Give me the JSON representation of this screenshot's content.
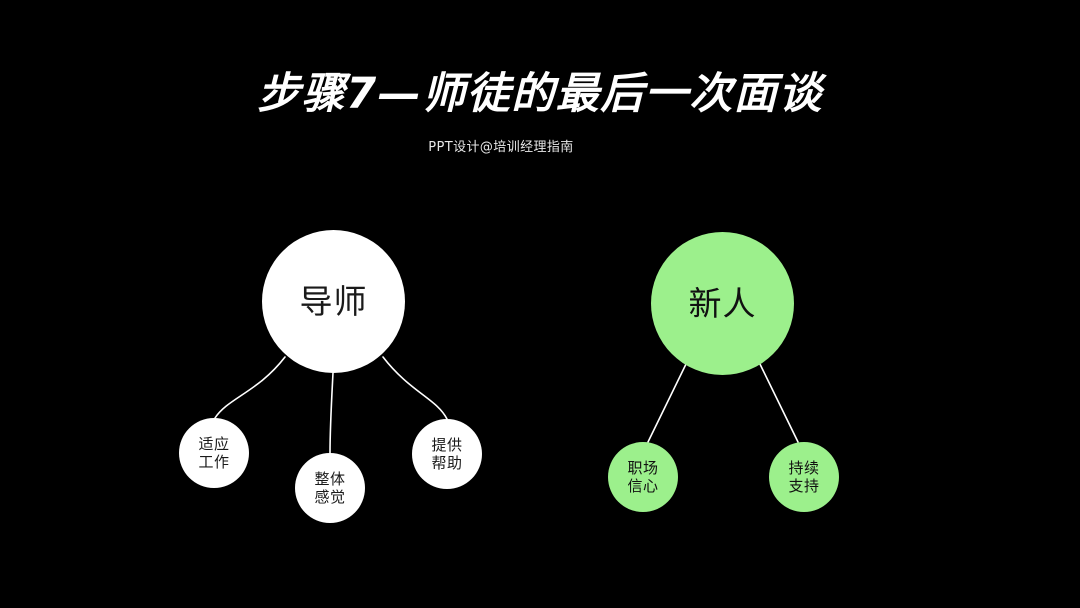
{
  "slide": {
    "background_color": "#000000",
    "title": "步骤7—师徒的最后一次面谈",
    "subtitle": "PPT设计@培训经理指南"
  },
  "theme": {
    "white_fill": "#ffffff",
    "white_text": "#1a1a1a",
    "green_fill": "#9cf08c",
    "green_text": "#111111",
    "connector_color": "#ffffff"
  },
  "diagram": {
    "type": "mind-map",
    "clusters": [
      {
        "id": "mentor",
        "theme": "white",
        "root": {
          "label": "导师"
        },
        "leaves": [
          {
            "id": "adapt-work",
            "label": "适应\n工作"
          },
          {
            "id": "overall",
            "label": "整体\n感觉"
          },
          {
            "id": "provide-help",
            "label": "提供\n帮助"
          }
        ]
      },
      {
        "id": "newcomer",
        "theme": "green",
        "root": {
          "label": "新人"
        },
        "leaves": [
          {
            "id": "confidence",
            "label": "职场\n信心"
          },
          {
            "id": "support",
            "label": "持续\n支持"
          }
        ]
      }
    ]
  }
}
